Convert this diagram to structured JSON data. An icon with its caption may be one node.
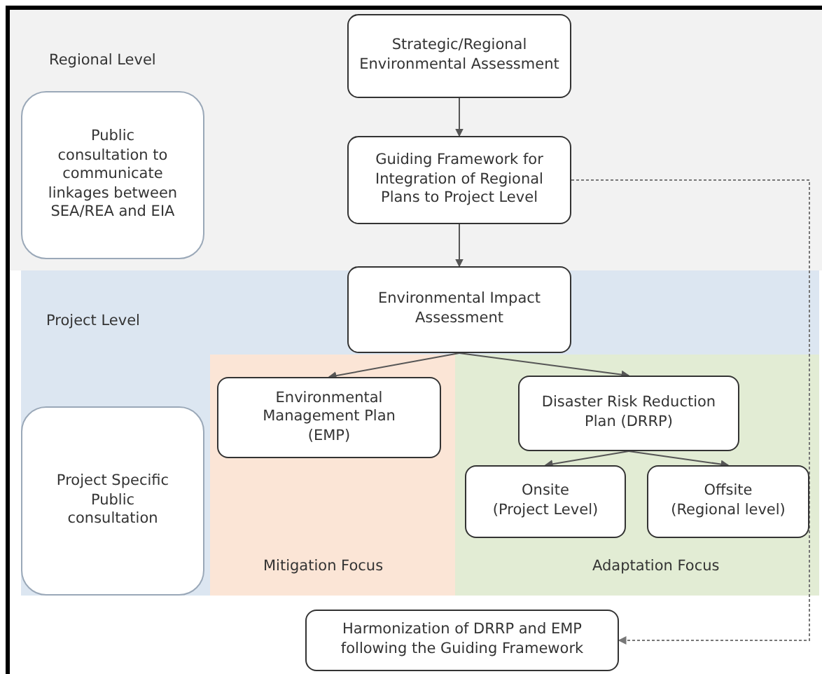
{
  "diagram": {
    "nodes": [
      {
        "text": [
          "Regional Level"
        ]
      },
      {
        "text": [
          "Strategic/Regional Environmental Assessment"
        ],
        "in": 0
      },
      {
        "text": [
          "Public consultation to communicate linkages between SEA/REA and EIA"
        ],
        "in": 0
      },
      {
        "text": [
          "Guiding Framework for Integration of Regional Plans to Project Level"
        ],
        "in": 0
      },
      {
        "text": [
          "Project Level"
        ]
      },
      {
        "text": [
          "Environmental Impact Assessment"
        ],
        "in": 4
      },
      {
        "text": [
          "Project Specific Public consultation"
        ],
        "in": 4
      },
      {
        "text": [
          "Mitigation Focus"
        ],
        "in": 4
      },
      {
        "text": [
          "Environmental Management Plan (EMP)"
        ],
        "in": 7
      },
      {
        "text": [
          "Adaptation Focus"
        ],
        "in": 4
      },
      {
        "text": [
          "Disaster Risk Reduction Plan (DRRP)"
        ],
        "in": 9
      },
      {
        "text": [
          "Onsite (Project Level)"
        ],
        "in": 9
      },
      {
        "text": [
          "Offsite (Regional level)"
        ],
        "in": 9
      },
      {
        "text": [
          "Harmonization of DRRP and EMP following the Guiding Framework"
        ]
      }
    ],
    "edges": [
      {
        "from": 1,
        "to": 3,
        "arrow": "to"
      },
      {
        "from": 3,
        "to": 5,
        "arrow": "to"
      },
      {
        "from": 5,
        "to": 8,
        "arrow": "to"
      },
      {
        "from": 5,
        "to": 10,
        "arrow": "to"
      },
      {
        "from": 10,
        "to": 11,
        "arrow": "to"
      },
      {
        "from": 10,
        "to": 12,
        "arrow": "to"
      },
      {
        "from": 3,
        "to": 13,
        "arrow": "to",
        "style": "dashed",
        "color": "#777777"
      }
    ]
  }
}
